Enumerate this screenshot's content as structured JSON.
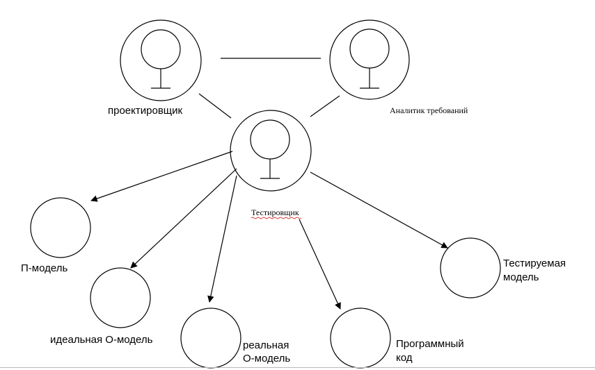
{
  "actors": {
    "designer": "проектировщик",
    "analyst": "Аналитик требований",
    "tester": "Тестировщик"
  },
  "artifacts": {
    "p_model": "П-модель",
    "ideal_o_model": "идеальная О-модель",
    "real_o_model_line1": "реальная",
    "real_o_model_line2": "О-модель",
    "program_code_line1": "Программный",
    "program_code_line2": "код",
    "tested_model_line1": "Тестируемая",
    "tested_model_line2": "модель"
  },
  "colors": {
    "stroke": "#000000",
    "spellcheck_underline": "#cc0000"
  }
}
